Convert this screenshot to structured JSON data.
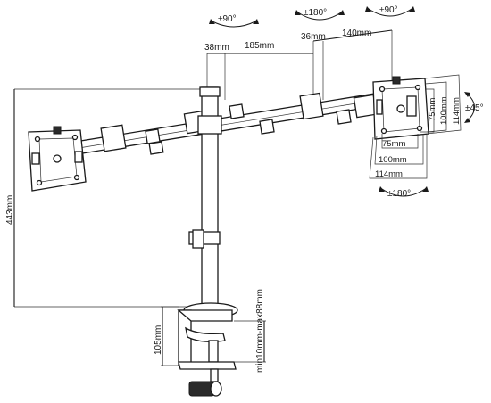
{
  "labels": {
    "rot_left_top": "±90°",
    "rot_mid_top": "±180°",
    "rot_right_top": "±90°",
    "tilt_right": "±45°",
    "rot_bottom_right": "±180°",
    "dim_38": "38mm",
    "dim_185": "185mm",
    "dim_36": "36mm",
    "dim_140": "140mm",
    "dim_443": "443mm",
    "dim_105": "105mm",
    "dim_clamp": "min10mm-max88mm",
    "vesa_75_v": "75mm",
    "vesa_100_v": "100mm",
    "vesa_114_v": "114mm",
    "vesa_75_h": "75mm",
    "vesa_100_h": "100mm",
    "vesa_114_h": "114mm"
  }
}
